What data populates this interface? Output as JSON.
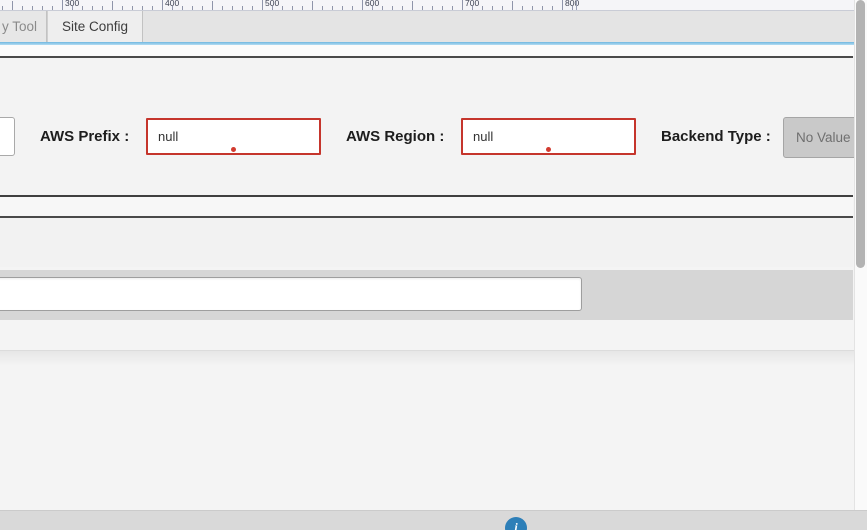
{
  "ruler": {
    "unit_labels": [
      "300",
      "400",
      "500",
      "600",
      "700",
      "800"
    ]
  },
  "tabs": [
    {
      "label": "y Tool",
      "active": false
    },
    {
      "label": "Site Config",
      "active": true
    }
  ],
  "form": {
    "aws_prefix": {
      "label": "AWS Prefix :",
      "value": "null"
    },
    "aws_region": {
      "label": "AWS Region :",
      "value": "null"
    },
    "backend_type": {
      "label": "Backend Type :",
      "value": "No Value"
    }
  },
  "bottom_input": {
    "value": "",
    "placeholder": ""
  },
  "footer": {
    "icon": "info-icon",
    "icon_glyph": "i"
  },
  "colors": {
    "invalid_border": "#c5352c",
    "invalid_dot": "#d23b30",
    "divider_red": "#c0362c",
    "tab_underline_blue": "#6fb7e0",
    "footer_button_blue": "#2d7fb8"
  }
}
